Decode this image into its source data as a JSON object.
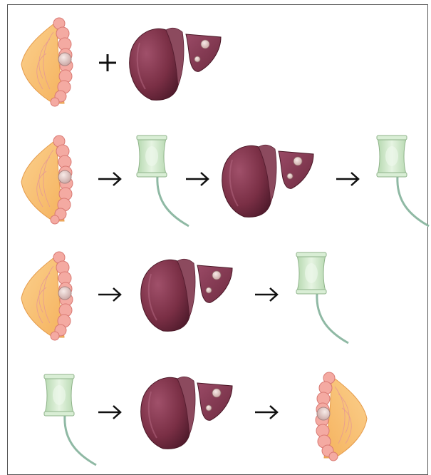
{
  "rows": [
    {
      "id": "simultaneous",
      "elements": [
        "colon-tumor",
        "plus",
        "liver-metastases"
      ]
    },
    {
      "id": "chemo-first",
      "elements": [
        "colon-tumor",
        "arrow",
        "chemo-port",
        "arrow",
        "liver-metastases",
        "arrow",
        "chemo-port"
      ]
    },
    {
      "id": "primary-first",
      "elements": [
        "colon-tumor",
        "arrow",
        "liver-metastases",
        "arrow",
        "chemo-port"
      ]
    },
    {
      "id": "liver-first",
      "elements": [
        "chemo-port",
        "arrow",
        "liver-metastases",
        "arrow",
        "colon-tumor"
      ]
    }
  ],
  "colors": {
    "fat": "#f9c37a",
    "colon": "#f2a7a0",
    "liver": "#7a2f45",
    "port": "#cfe8c9",
    "tube": "#8fb9a4",
    "tumor": "#e8d2cf"
  },
  "icons": [
    "colon-tumor-icon",
    "liver-icon",
    "chemo-port-icon",
    "arrow-right-icon",
    "plus-icon"
  ]
}
